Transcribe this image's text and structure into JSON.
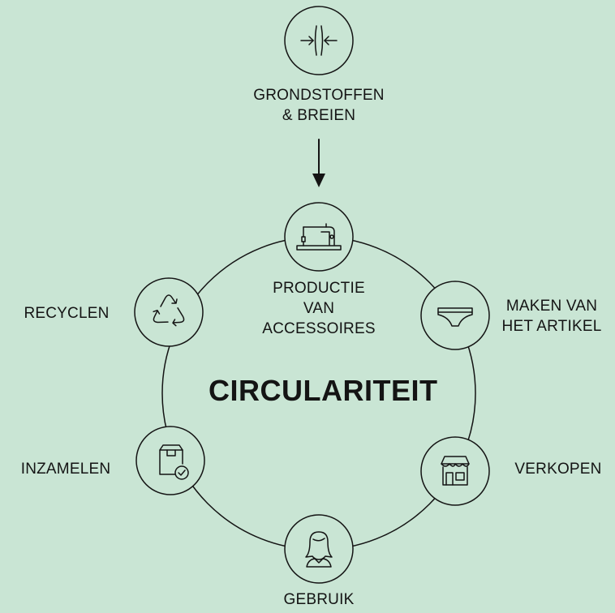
{
  "title": "CIRCULARITEIT",
  "colors": {
    "background": "#c9e5d4",
    "ink": "#141414"
  },
  "input_stage": {
    "icon": "compress-arrows-icon",
    "label_lines": [
      "GRONDSTOFFEN",
      "& BREIEN"
    ]
  },
  "cycle_stages": [
    {
      "id": "production",
      "icon": "sewing-machine-icon",
      "label_lines": [
        "PRODUCTIE",
        "VAN",
        "ACCESSOIRES"
      ]
    },
    {
      "id": "making",
      "icon": "underwear-icon",
      "label_lines": [
        "MAKEN VAN",
        "HET ARTIKEL"
      ]
    },
    {
      "id": "selling",
      "icon": "shop-icon",
      "label_lines": [
        "VERKOPEN"
      ]
    },
    {
      "id": "use",
      "icon": "person-icon",
      "label_lines": [
        "GEBRUIK"
      ]
    },
    {
      "id": "collecting",
      "icon": "box-check-icon",
      "label_lines": [
        "INZAMELEN"
      ]
    },
    {
      "id": "recycling",
      "icon": "recycle-icon",
      "label_lines": [
        "RECYCLEN"
      ]
    }
  ]
}
